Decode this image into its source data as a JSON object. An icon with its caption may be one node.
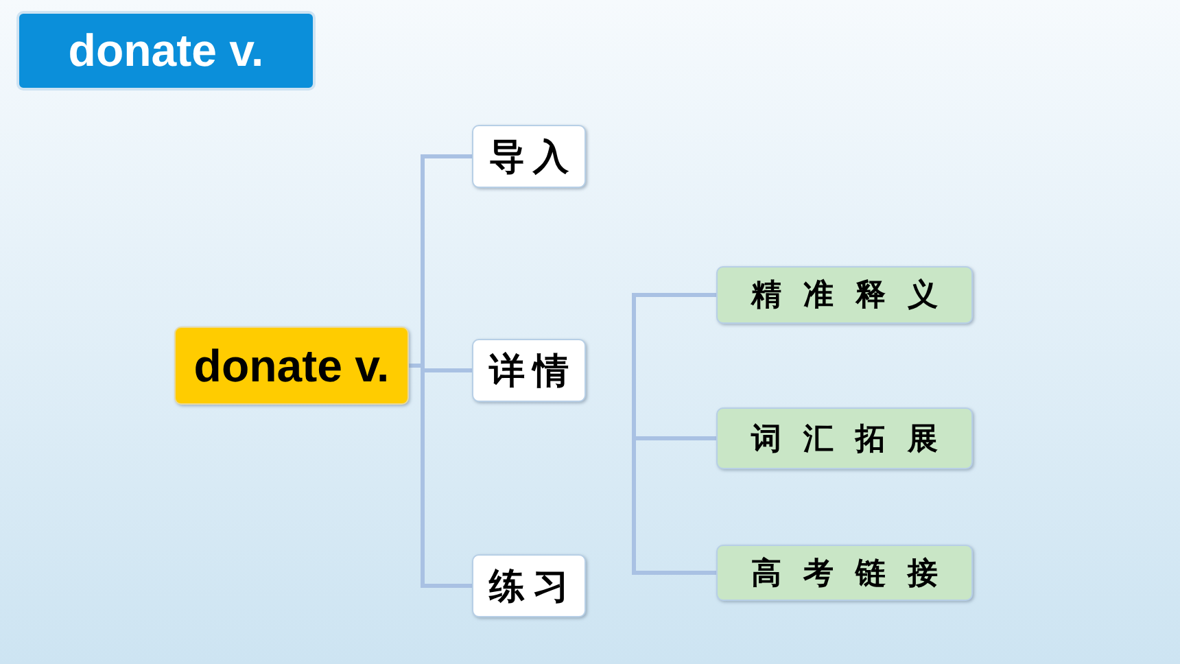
{
  "diagram": {
    "title": "donate v.",
    "nodes": [
      {
        "text": [
          "donate v."
        ]
      },
      {
        "text": [
          "导入"
        ]
      },
      {
        "text": [
          "详情"
        ]
      },
      {
        "text": [
          "练习"
        ]
      },
      {
        "text": [
          "精准释义"
        ]
      },
      {
        "text": [
          "词汇拓展"
        ]
      },
      {
        "text": [
          "高考链接"
        ]
      }
    ],
    "edges": [
      {
        "from": 0,
        "to": 1,
        "arrow": "none"
      },
      {
        "from": 0,
        "to": 2,
        "arrow": "none"
      },
      {
        "from": 0,
        "to": 3,
        "arrow": "none"
      },
      {
        "from": null,
        "to": 4,
        "arrow": "none"
      },
      {
        "from": null,
        "to": 5,
        "arrow": "none"
      },
      {
        "from": null,
        "to": 6,
        "arrow": "none"
      }
    ]
  }
}
